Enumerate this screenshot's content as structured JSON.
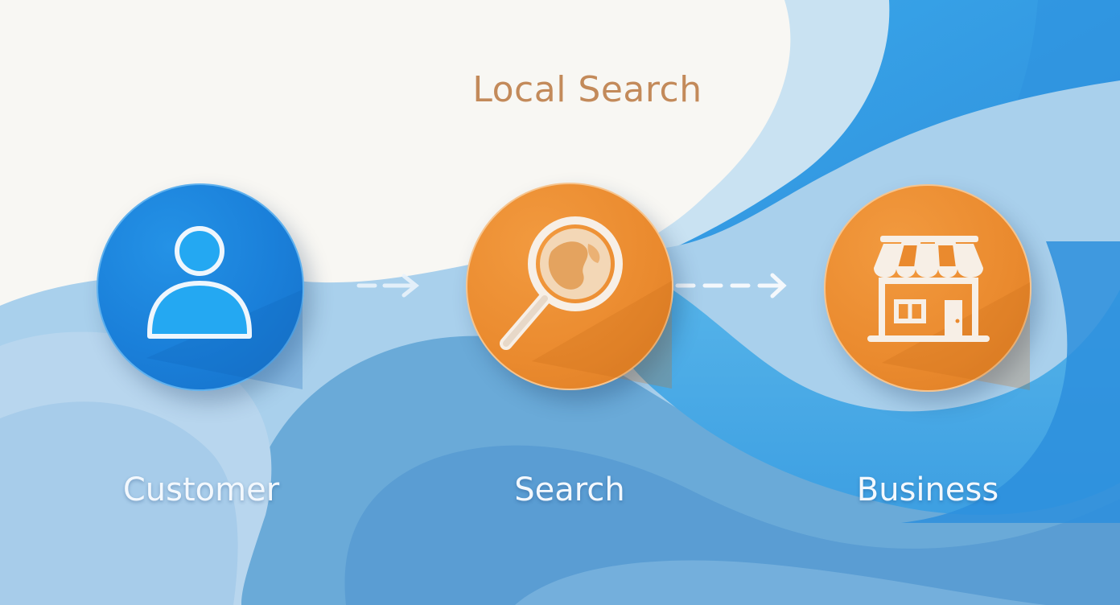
{
  "title": "Local Search",
  "nodes": [
    {
      "id": "customer",
      "label": "Customer",
      "icon": "person-icon",
      "color": "#1a7fd9"
    },
    {
      "id": "search",
      "label": "Search",
      "icon": "magnifier-globe-icon",
      "color": "#ea8a2e"
    },
    {
      "id": "business",
      "label": "Business",
      "icon": "storefront-icon",
      "color": "#ea8a2e"
    }
  ],
  "edges": [
    {
      "from": "customer",
      "to": "search",
      "style": "dashed"
    },
    {
      "from": "search",
      "to": "business",
      "style": "dashed"
    }
  ],
  "colors": {
    "background": "#f8f7f3",
    "title": "#c38a5a",
    "wave_light": "#c6e0f1",
    "wave_mid": "#5fb2e8",
    "wave_deep": "#2a8ee0",
    "label": "#f3f8fd"
  }
}
